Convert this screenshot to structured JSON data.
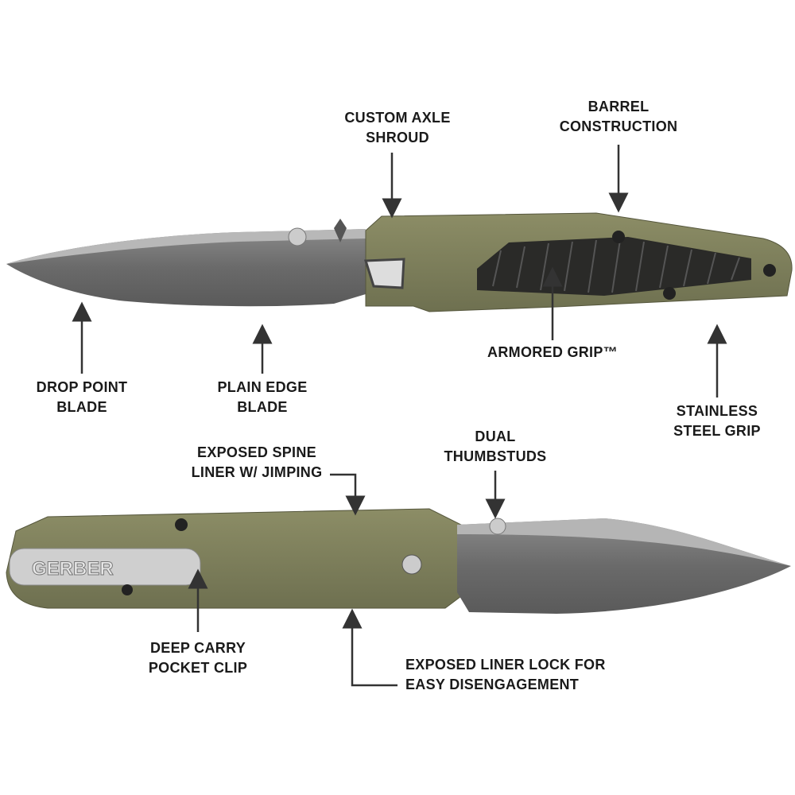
{
  "callouts": {
    "axle": [
      "CUSTOM AXLE",
      "SHROUD"
    ],
    "barrel": [
      "BARREL",
      "CONSTRUCTION"
    ],
    "drop_point": [
      "DROP POINT",
      "BLADE"
    ],
    "plain_edge": [
      "PLAIN EDGE",
      "BLADE"
    ],
    "armored": [
      "ARMORED GRIP™"
    ],
    "stainless": [
      "STAINLESS",
      "STEEL GRIP"
    ],
    "spine": [
      "EXPOSED SPINE",
      "LINER W/ JIMPING"
    ],
    "thumbstuds": [
      "DUAL",
      "THUMBSTUDS"
    ],
    "clip": [
      "DEEP CARRY",
      "POCKET CLIP"
    ],
    "liner_lock": [
      "EXPOSED LINER LOCK FOR",
      "EASY DISENGAGEMENT"
    ]
  },
  "clip_brand": "GERBER",
  "colors": {
    "handle": "#7d7f57",
    "blade": "#6e6e6e",
    "grip": "#2a2a28",
    "text": "#1a1a1a"
  }
}
